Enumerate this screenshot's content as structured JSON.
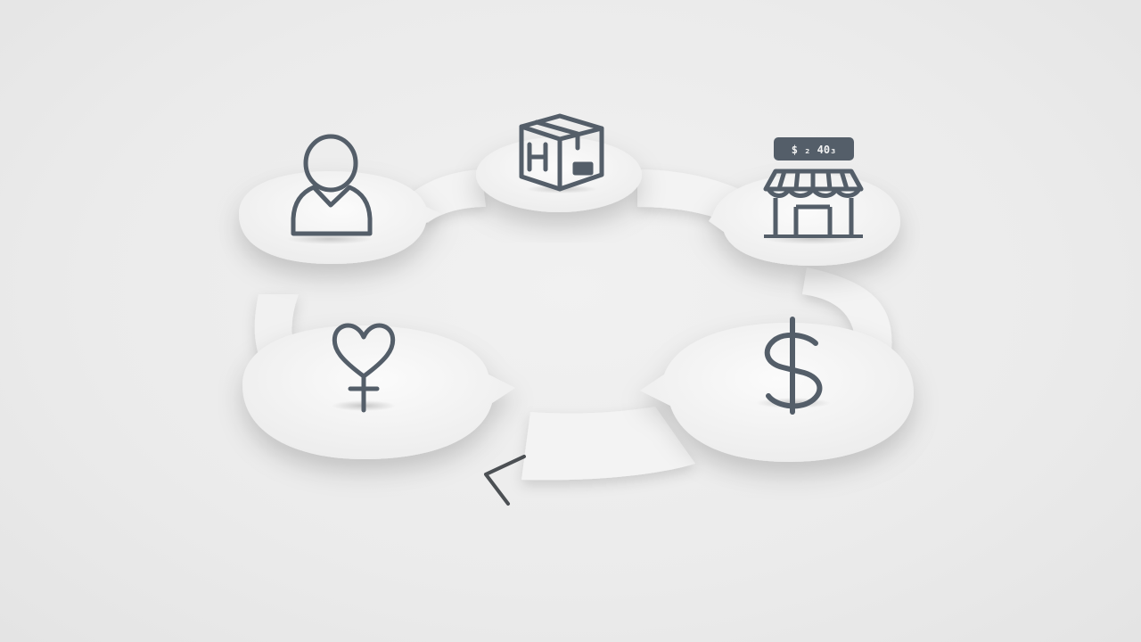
{
  "diagram": {
    "nodes": [
      {
        "id": "customer",
        "icon": "person-icon"
      },
      {
        "id": "product",
        "icon": "package-box-icon"
      },
      {
        "id": "store",
        "icon": "storefront-icon",
        "sign_text": "$ ₂ 40₃"
      },
      {
        "id": "payment",
        "icon": "dollar-sign-icon"
      },
      {
        "id": "loyalty",
        "icon": "heart-symbol-icon"
      }
    ],
    "flow_arrow_icon": "chevron-left-icon",
    "colors": {
      "background": "#ececec",
      "node_fill": "#f7f7f7",
      "icon_stroke": "#545e69",
      "ring_fill": "#f4f4f4"
    }
  }
}
